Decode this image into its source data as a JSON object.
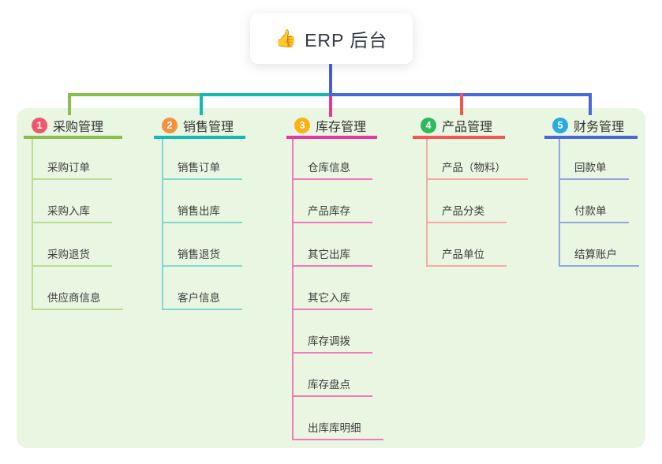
{
  "root": {
    "icon": "👍",
    "label": "ERP 后台"
  },
  "colors": {
    "panel_bg": "#e9f6e2",
    "root_line": "#4a5bd8",
    "trunk_blue": "#4a68da"
  },
  "branches": [
    {
      "id": "purchase",
      "number": "1",
      "label": "采购管理",
      "badge_color": "#f0566c",
      "line_color": "#8abf4e",
      "child_line_color": "#b9dd94",
      "children": [
        "采购订单",
        "采购入库",
        "采购退货",
        "供应商信息"
      ]
    },
    {
      "id": "sales",
      "number": "2",
      "label": "销售管理",
      "badge_color": "#f9903f",
      "line_color": "#16b9b1",
      "child_line_color": "#82d8d0",
      "children": [
        "销售订单",
        "销售出库",
        "销售退货",
        "客户信息"
      ]
    },
    {
      "id": "inventory",
      "number": "3",
      "label": "库存管理",
      "badge_color": "#fcb116",
      "line_color": "#e1399f",
      "child_line_color": "#f279ba",
      "children": [
        "仓库信息",
        "产品库存",
        "其它出库",
        "其它入库",
        "库存调拨",
        "库存盘点",
        "出库库明细"
      ]
    },
    {
      "id": "product",
      "number": "4",
      "label": "产品管理",
      "badge_color": "#2dba5c",
      "line_color": "#f25555",
      "child_line_color": "#f9a8a4",
      "children": [
        "产品（物料）",
        "产品分类",
        "产品单位"
      ]
    },
    {
      "id": "finance",
      "number": "5",
      "label": "财务管理",
      "badge_color": "#2ba9e1",
      "line_color": "#4a67d8",
      "child_line_color": "#91a7e0",
      "children": [
        "回款单",
        "付款单",
        "结算账户"
      ]
    }
  ]
}
